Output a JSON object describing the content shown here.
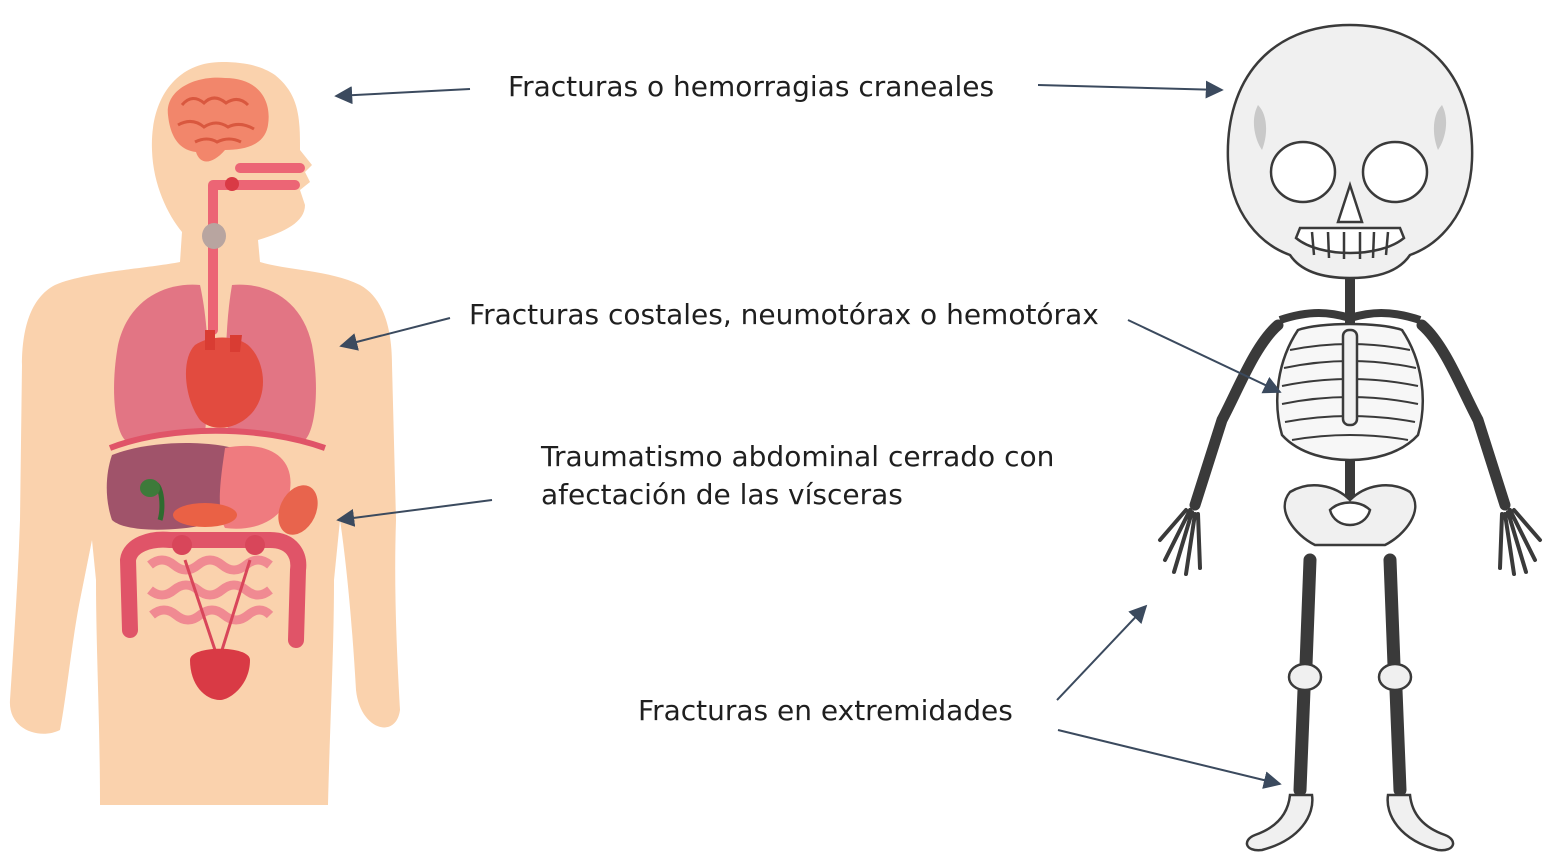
{
  "labels": {
    "cranial": "Fracturas o hemorragias craneales",
    "thorax": "Fracturas costales, neumotórax o hemotórax",
    "abdomen_line1": "Traumatismo abdominal cerrado con",
    "abdomen_line2": "afectación de las vísceras",
    "limbs": "Fracturas en extremidades"
  },
  "colors": {
    "skin": "#fad2ad",
    "lung": "#e26f7c",
    "heart": "#e24b3f",
    "liver": "#a0536a",
    "intestine": "#e05468",
    "brain": "#f2866b",
    "arrow": "#3b4a5e",
    "bone": "#f0f0f0",
    "bone_outline": "#3a3a3a"
  }
}
